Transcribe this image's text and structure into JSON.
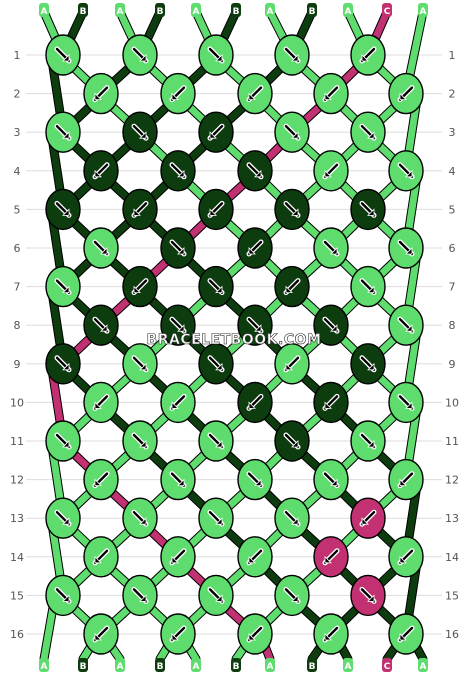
{
  "colors": {
    "A": "#5fdc6e",
    "B": "#0d3d0f",
    "C": "#c23172",
    "outline": "#000000",
    "grid_line": "#dddddd",
    "text": "#555555"
  },
  "watermark": "BRACELETBOOK.COM",
  "strings": [
    "A",
    "B",
    "A",
    "B",
    "A",
    "B",
    "A",
    "B",
    "A",
    "C",
    "A"
  ],
  "strings_bottom": [
    "A",
    "B",
    "A",
    "B",
    "A",
    "B",
    "A",
    "B",
    "A",
    "C",
    "A"
  ],
  "row_numbers": [
    "1",
    "2",
    "3",
    "4",
    "5",
    "6",
    "7",
    "8",
    "9",
    "10",
    "11",
    "12",
    "13",
    "14",
    "15",
    "16"
  ],
  "knots": [
    [
      {
        "c": "A",
        "d": "se"
      },
      {
        "c": "A",
        "d": "se"
      },
      {
        "c": "A",
        "d": "se"
      },
      {
        "c": "A",
        "d": "se"
      },
      {
        "c": "A",
        "d": "sw"
      }
    ],
    [
      {
        "c": "A",
        "d": "sw"
      },
      {
        "c": "A",
        "d": "sw"
      },
      {
        "c": "A",
        "d": "sw"
      },
      {
        "c": "A",
        "d": "sw"
      },
      {
        "c": "A",
        "d": "sw"
      }
    ],
    [
      {
        "c": "A",
        "d": "se"
      },
      {
        "c": "B",
        "d": "se"
      },
      {
        "c": "B",
        "d": "sw"
      },
      {
        "c": "A",
        "d": "se"
      },
      {
        "c": "A",
        "d": "se"
      },
      {
        "c": "A",
        "d": "se"
      }
    ],
    [
      {
        "c": "B",
        "d": "sw"
      },
      {
        "c": "B",
        "d": "se"
      },
      {
        "c": "B",
        "d": "se"
      },
      {
        "c": "A",
        "d": "sw"
      },
      {
        "c": "A",
        "d": "se"
      }
    ],
    [
      {
        "c": "B",
        "d": "se"
      },
      {
        "c": "B",
        "d": "sw"
      },
      {
        "c": "B",
        "d": "sw"
      },
      {
        "c": "B",
        "d": "se"
      },
      {
        "c": "B",
        "d": "se"
      },
      {
        "c": "A",
        "d": "sw"
      }
    ],
    [
      {
        "c": "A",
        "d": "se"
      },
      {
        "c": "B",
        "d": "se"
      },
      {
        "c": "B",
        "d": "sw"
      },
      {
        "c": "A",
        "d": "se"
      },
      {
        "c": "A",
        "d": "se"
      }
    ],
    [
      {
        "c": "A",
        "d": "se"
      },
      {
        "c": "B",
        "d": "sw"
      },
      {
        "c": "B",
        "d": "se"
      },
      {
        "c": "B",
        "d": "sw"
      },
      {
        "c": "A",
        "d": "se"
      },
      {
        "c": "A",
        "d": "se"
      }
    ],
    [
      {
        "c": "B",
        "d": "se"
      },
      {
        "c": "B",
        "d": "se"
      },
      {
        "c": "B",
        "d": "se"
      },
      {
        "c": "B",
        "d": "se"
      },
      {
        "c": "A",
        "d": "se"
      }
    ],
    [
      {
        "c": "B",
        "d": "se"
      },
      {
        "c": "A",
        "d": "se"
      },
      {
        "c": "B",
        "d": "se"
      },
      {
        "c": "A",
        "d": "sw"
      },
      {
        "c": "B",
        "d": "se"
      },
      {
        "c": "A",
        "d": "se"
      }
    ],
    [
      {
        "c": "A",
        "d": "sw"
      },
      {
        "c": "A",
        "d": "sw"
      },
      {
        "c": "B",
        "d": "sw"
      },
      {
        "c": "B",
        "d": "sw"
      },
      {
        "c": "A",
        "d": "se"
      }
    ],
    [
      {
        "c": "A",
        "d": "se"
      },
      {
        "c": "A",
        "d": "se"
      },
      {
        "c": "A",
        "d": "se"
      },
      {
        "c": "B",
        "d": "se"
      },
      {
        "c": "A",
        "d": "se"
      },
      {
        "c": "A",
        "d": "se"
      }
    ],
    [
      {
        "c": "A",
        "d": "sw"
      },
      {
        "c": "A",
        "d": "se"
      },
      {
        "c": "A",
        "d": "se"
      },
      {
        "c": "A",
        "d": "se"
      },
      {
        "c": "A",
        "d": "sw"
      }
    ],
    [
      {
        "c": "A",
        "d": "se"
      },
      {
        "c": "A",
        "d": "se"
      },
      {
        "c": "A",
        "d": "se"
      },
      {
        "c": "A",
        "d": "se"
      },
      {
        "c": "C",
        "d": "sw"
      },
      {
        "c": "A",
        "d": "se"
      }
    ],
    [
      {
        "c": "A",
        "d": "sw"
      },
      {
        "c": "A",
        "d": "sw"
      },
      {
        "c": "A",
        "d": "sw"
      },
      {
        "c": "C",
        "d": "sw"
      },
      {
        "c": "A",
        "d": "sw"
      }
    ],
    [
      {
        "c": "A",
        "d": "se"
      },
      {
        "c": "A",
        "d": "se"
      },
      {
        "c": "A",
        "d": "se"
      },
      {
        "c": "A",
        "d": "se"
      },
      {
        "c": "C",
        "d": "se"
      },
      {
        "c": "A",
        "d": "se"
      }
    ],
    [
      {
        "c": "A",
        "d": "sw"
      },
      {
        "c": "A",
        "d": "sw"
      },
      {
        "c": "A",
        "d": "sw"
      },
      {
        "c": "A",
        "d": "sw"
      },
      {
        "c": "A",
        "d": "sw"
      }
    ]
  ]
}
